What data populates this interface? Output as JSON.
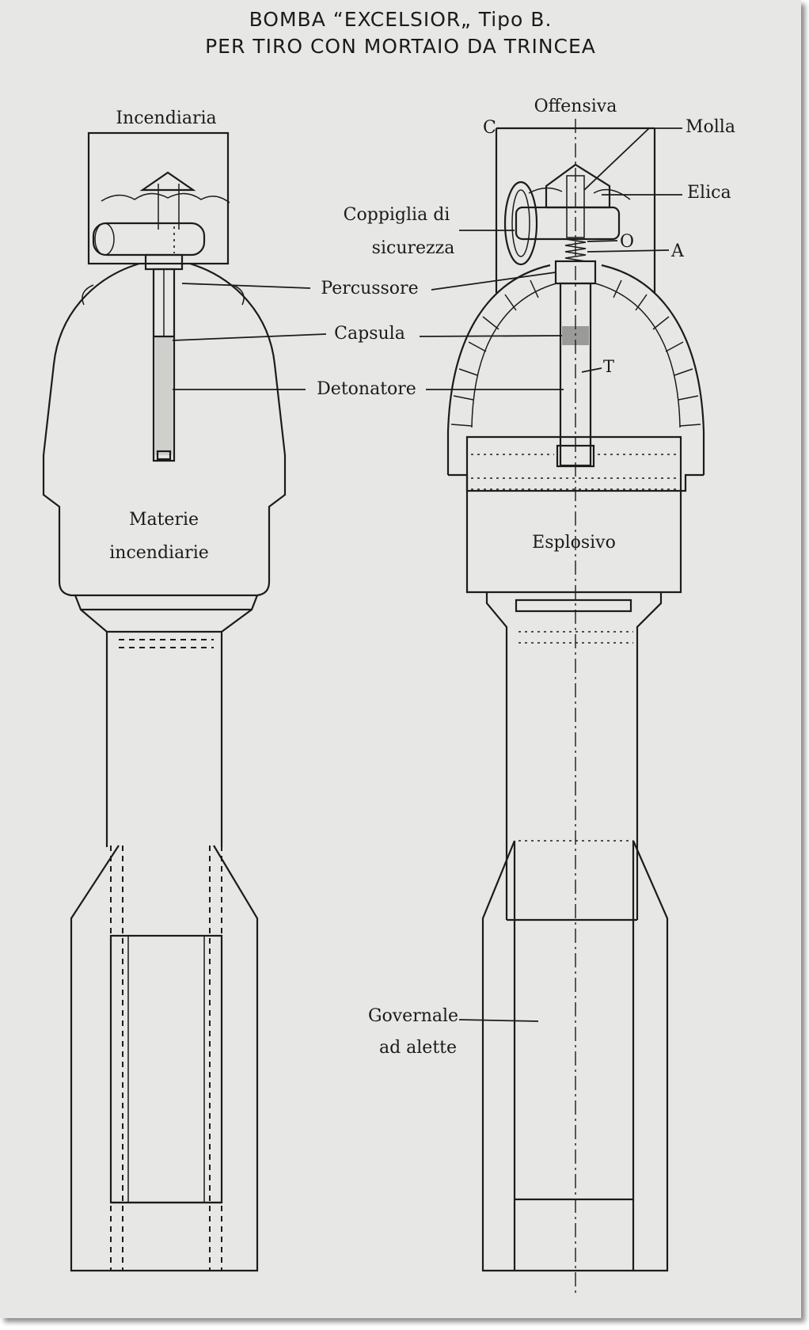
{
  "title": {
    "line1": "BOMBA “EXCELSIOR„ Tipo B.",
    "line2": "PER TIRO CON MORTAIO DA TRINCEA"
  },
  "left_bomb": {
    "heading": "Incendiaria",
    "fill_label_1": "Materie",
    "fill_label_2": "incendiarie"
  },
  "right_bomb": {
    "heading": "Offensiva",
    "fill_label": "Esplosivo",
    "tail_label_1": "Governale",
    "tail_label_2": "ad alette"
  },
  "callouts": {
    "coppiglia_1": "Coppiglia di",
    "coppiglia_2": "sicurezza",
    "percussore": "Percussore",
    "capsula": "Capsula",
    "detonatore": "Detonatore",
    "molla": "Molla",
    "elica": "Elica",
    "letter_c": "C",
    "letter_o": "O",
    "letter_a": "A",
    "letter_t": "T"
  },
  "colors": {
    "paper": "#e7e7e5",
    "ink": "#1c1c1c"
  }
}
